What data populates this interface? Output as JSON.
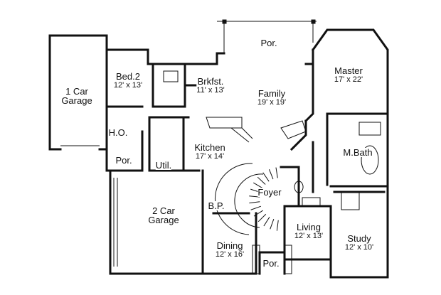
{
  "rooms": [
    {
      "name": "Por.",
      "dims": ""
    },
    {
      "name": "Bed.2",
      "dims": "12' x 13'"
    },
    {
      "name": "1 Car",
      "dims": "Garage"
    },
    {
      "name": "Brkfst.",
      "dims": "11' x 13'"
    },
    {
      "name": "Family",
      "dims": "19' x 19'"
    },
    {
      "name": "Master",
      "dims": "17' x 22'"
    },
    {
      "name": "H.O.",
      "dims": ""
    },
    {
      "name": "Kitchen",
      "dims": "17' x 14'"
    },
    {
      "name": "Por.",
      "dims": ""
    },
    {
      "name": "Util.",
      "dims": ""
    },
    {
      "name": "M.Bath",
      "dims": ""
    },
    {
      "name": "Foyer",
      "dims": ""
    },
    {
      "name": "2 Car",
      "dims": "Garage"
    },
    {
      "name": "B.P.",
      "dims": ""
    },
    {
      "name": "Living",
      "dims": "12' x 13'"
    },
    {
      "name": "Study",
      "dims": "12' x 10'"
    },
    {
      "name": "Dining",
      "dims": "12' x 16'"
    },
    {
      "name": "Por.",
      "dims": ""
    }
  ]
}
